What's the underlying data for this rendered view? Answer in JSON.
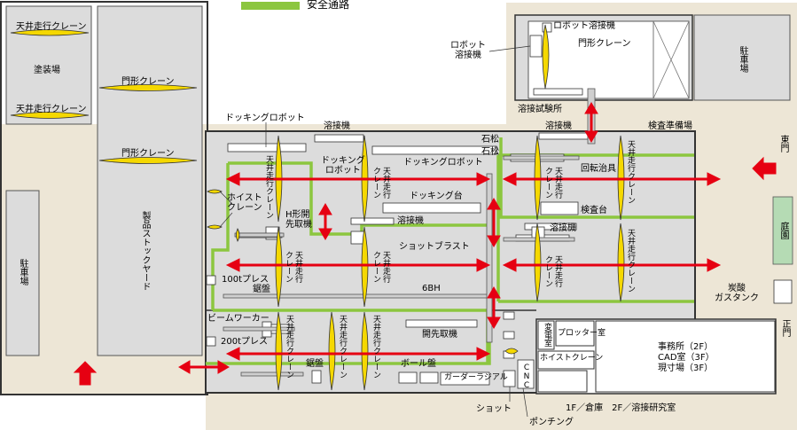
{
  "legend": {
    "safety_path_label": "安全通路"
  },
  "colors": {
    "beige": "#ede6d6",
    "grey": "#dcdcdc",
    "green": "#8cc63f",
    "red": "#e60012",
    "yellow": "#f5d800",
    "gate_green": "#b5dbb4",
    "outline": "#333333"
  },
  "left_building": {
    "crane_top": "天井走行クレーン",
    "paint_shop": "塗装場",
    "crane_mid": "天井走行クレーン",
    "gantry_crane_1": "門形クレーン",
    "gantry_crane_2": "門形クレーン",
    "stock_yard": "製品ストックヤード",
    "parking": "駐車場"
  },
  "welding_test": {
    "robot_welder_top": "ロボット溶接機",
    "gantry_crane": "門形クレーン",
    "robot_welder_left": "ロボット\n溶接機",
    "title": "溶接試験所"
  },
  "parking_right": "駐車場",
  "inspection_prep": "検査準備場",
  "east_gate": "東門",
  "garden": "庭園",
  "co2_tank": "炭酸\nガスタンク",
  "front_gate": "正門",
  "office": {
    "line1": "事務所（2F）",
    "line2": "CAD室（3F）",
    "line3": "現寸場（3F）"
  },
  "warehouse": "1F／倉庫　2F／溶接研究室",
  "factory": {
    "docking_robot_label": "ドッキングロボット",
    "welder_top": "溶接機",
    "docking_robot_mid": "ドッキング\nロボット",
    "docking_robot_right": "ドッキングロボット",
    "ishimatsu_1": "石松",
    "ishimatsu_2": "石松",
    "docking_table": "ドッキング台",
    "welder_mid": "溶接機",
    "shot_blast": "ショットブラスト",
    "hoist_crane": "ホイスト\nクレーン",
    "h_beam": "H形開\n先取機",
    "press_100t": "100tプレス",
    "saw_1": "鋸盤",
    "drill_6bh": "6BH",
    "beam_worker": "ビームワーカー",
    "press_200t": "200tプレス",
    "saw_2": "鋸盤",
    "beveler": "開先取機",
    "ball_board": "ボール盤",
    "girder_radial": "ガーダーラジアル",
    "cnc": "CNC",
    "shot": "ショット",
    "punching": "ポンチング",
    "welder_right": "溶接機",
    "rotary_jig": "回転治具",
    "inspection_table": "検査台",
    "welder_right_mid": "溶接機",
    "transformer": "変電室",
    "plotter": "プロッター室",
    "hoist_crane_right": "ホイストクレーン",
    "crane_overhead": "天井走行クレーン",
    "crane_short": "天井走行\nクレーン"
  }
}
